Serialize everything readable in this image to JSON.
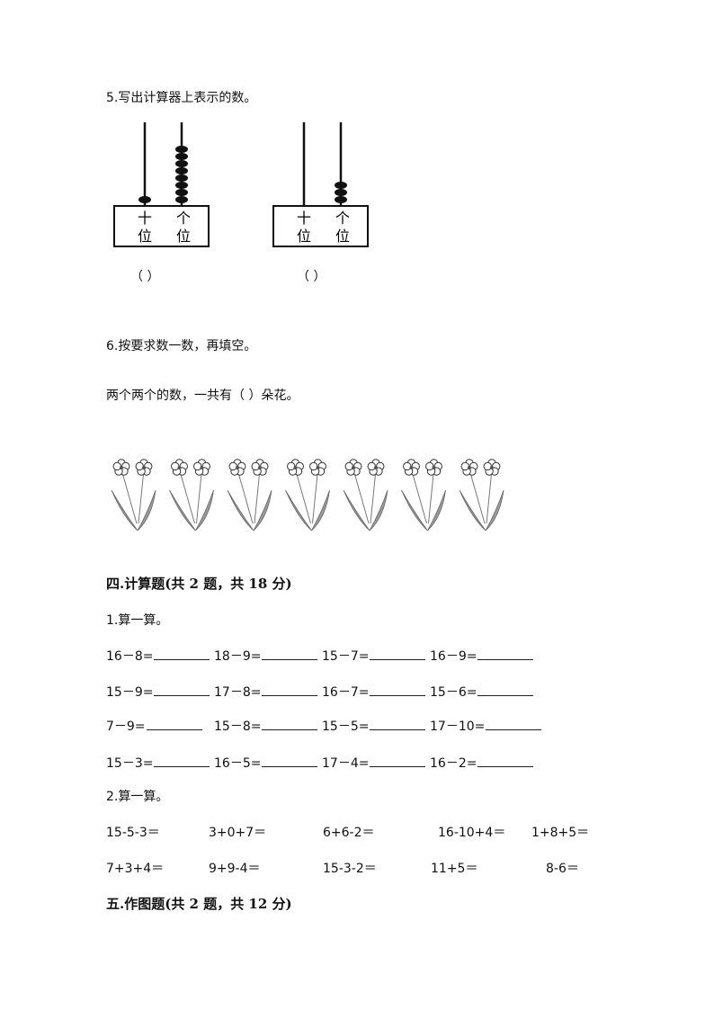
{
  "q5": {
    "title": "5.写出计算器上表示的数。",
    "abaci": [
      {
        "tens_beads": 1,
        "ones_beads": 8,
        "tens_label": "十\n位",
        "ones_label": "个\n位",
        "answer_paren": "（          ）"
      },
      {
        "tens_beads": 0,
        "ones_beads": 3,
        "tens_label": "十\n位",
        "ones_label": "个\n位",
        "answer_paren": "（          ）"
      }
    ],
    "labels": {
      "tens_top": "十",
      "tens_bottom": "位",
      "ones_top": "个",
      "ones_bottom": "位"
    }
  },
  "q6": {
    "title": "6.按要求数一数，再填空。",
    "prompt": "两个两个的数，一共有（          ）朵花。",
    "flower_pots": 7,
    "flowers_per_pot": 2
  },
  "section4": {
    "heading": "四.计算题(共 2 题，共 18 分)",
    "q1": {
      "title": "1.算一算。",
      "rows": [
        [
          "16－8=",
          "18－9=",
          "15－7=",
          "16－9="
        ],
        [
          "15－9=",
          "17－8=",
          "16－7=",
          "15－6="
        ],
        [
          "7－9=",
          "15－8=",
          "15－5=",
          "17－10="
        ],
        [
          "15－3=",
          "16－5=",
          "17－4=",
          "16－2="
        ]
      ]
    },
    "q2": {
      "title": "2.算一算。",
      "rows": [
        [
          "15-5-3＝",
          "3+0+7＝",
          "6+6-2＝",
          "16-10+4＝",
          "1+8+5＝"
        ],
        [
          "7+3+4＝",
          "9+9-4＝",
          "15-3-2＝",
          "11+5＝",
          "8-6＝"
        ]
      ]
    }
  },
  "section5": {
    "heading": "五.作图题(共 2 题，共 12 分)"
  }
}
